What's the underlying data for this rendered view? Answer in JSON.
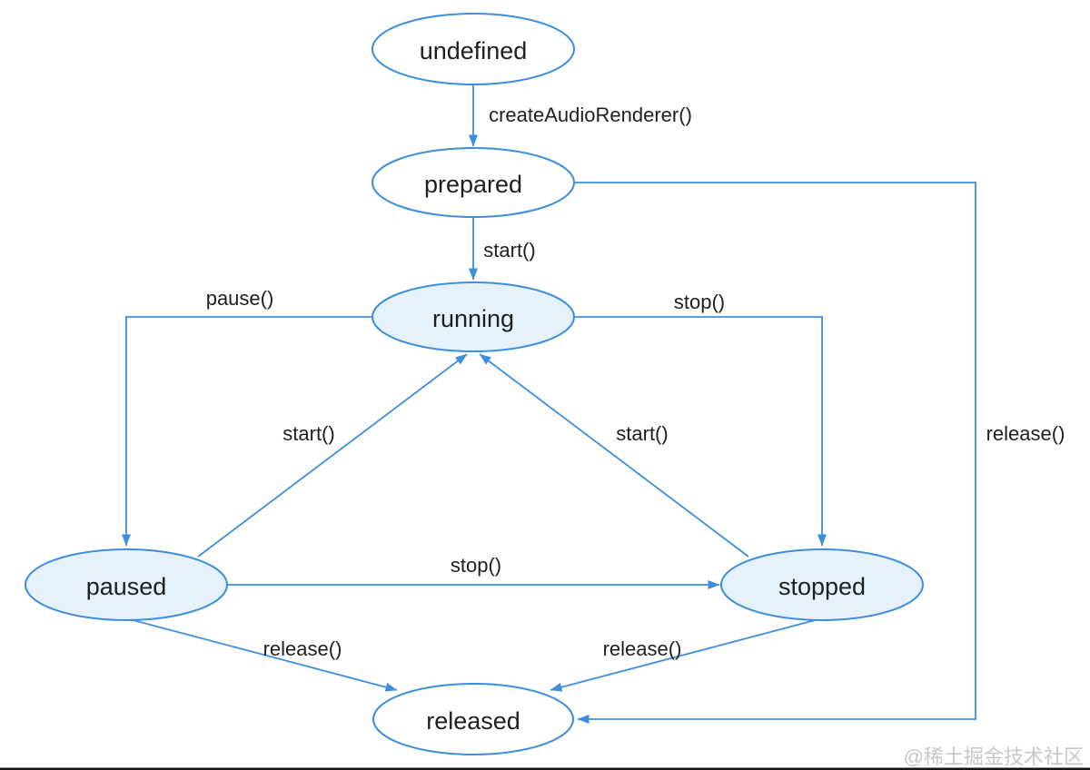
{
  "colors": {
    "accent_line": "#3e8ede",
    "node_fill_active": "#e6f2fb",
    "node_fill_plain": "#ffffff",
    "text": "#1f1f1f",
    "watermark": "#c8c8c8",
    "footer_bar": "#161616",
    "page_bg": "#ffffff"
  },
  "diagram": {
    "type": "state-machine",
    "states": [
      {
        "id": "undefined",
        "label": "undefined",
        "filled": false
      },
      {
        "id": "prepared",
        "label": "prepared",
        "filled": false
      },
      {
        "id": "running",
        "label": "running",
        "filled": true
      },
      {
        "id": "paused",
        "label": "paused",
        "filled": true
      },
      {
        "id": "stopped",
        "label": "stopped",
        "filled": true
      },
      {
        "id": "released",
        "label": "released",
        "filled": false
      }
    ],
    "transitions": [
      {
        "from": "undefined",
        "to": "prepared",
        "label": "createAudioRenderer()"
      },
      {
        "from": "prepared",
        "to": "running",
        "label": "start()"
      },
      {
        "from": "running",
        "to": "paused",
        "label": "pause()"
      },
      {
        "from": "running",
        "to": "stopped",
        "label": "stop()"
      },
      {
        "from": "paused",
        "to": "running",
        "label": "start()"
      },
      {
        "from": "stopped",
        "to": "running",
        "label": "start()"
      },
      {
        "from": "paused",
        "to": "stopped",
        "label": "stop()"
      },
      {
        "from": "paused",
        "to": "released",
        "label": "release()"
      },
      {
        "from": "stopped",
        "to": "released",
        "label": "release()"
      },
      {
        "from": "prepared",
        "to": "released",
        "label": "release()"
      }
    ]
  },
  "watermark": {
    "text": "@稀土掘金技术社区"
  }
}
